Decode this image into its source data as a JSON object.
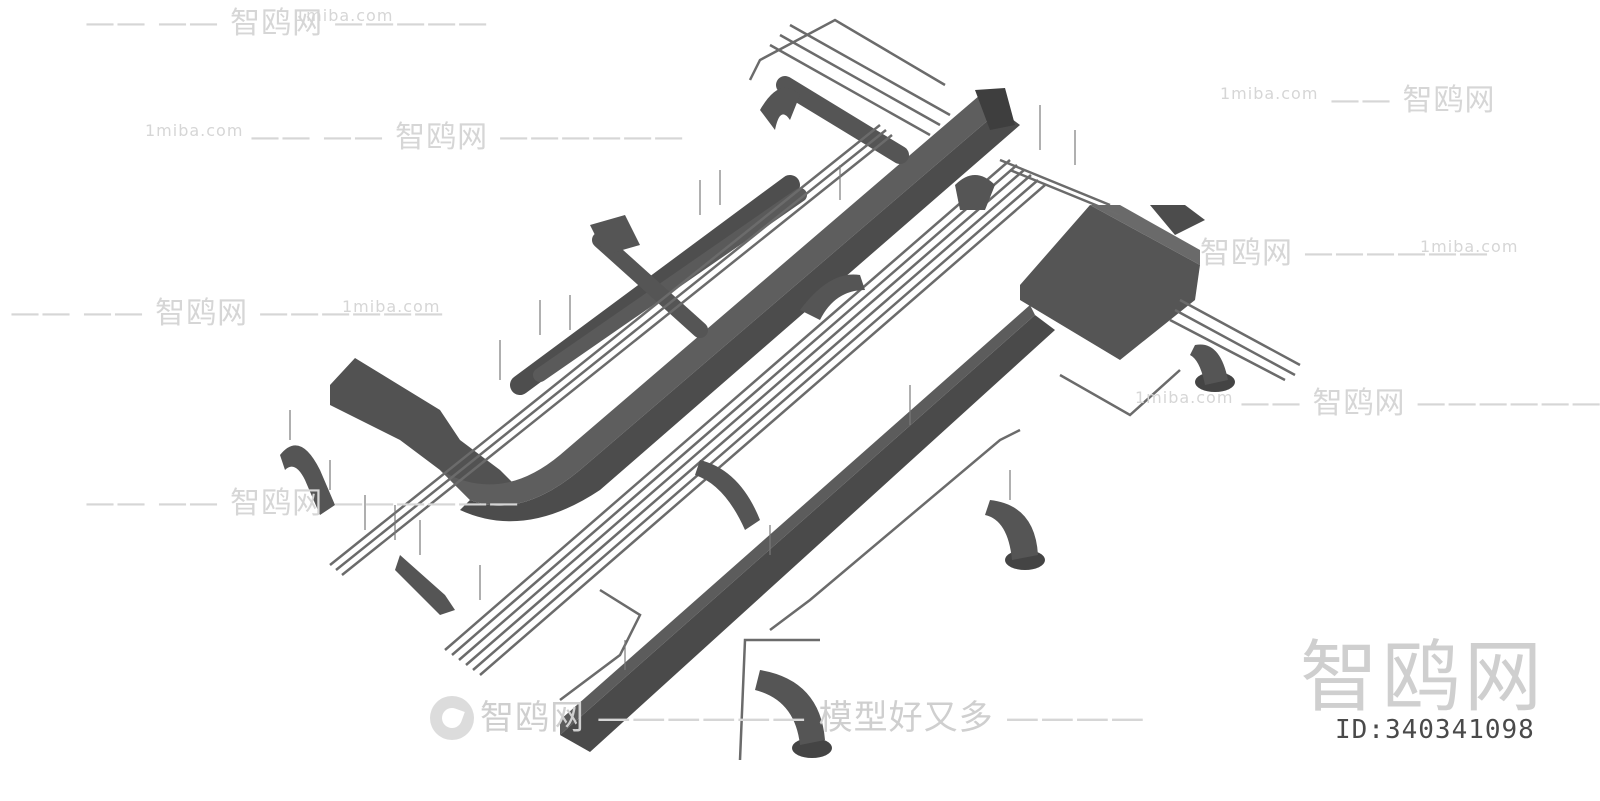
{
  "watermarks": {
    "brand_cn": "智鸥网",
    "site": "1miba.com",
    "slogan": "模型好又多",
    "id_label": "ID:340341098"
  },
  "colors": {
    "background": "#ffffff",
    "duct_top": "#5a5a5a",
    "duct_side": "#3f3f3f",
    "pipe": "#6b6b6b",
    "pipe_dark": "#444444",
    "watermark": "#d6d6d6"
  }
}
